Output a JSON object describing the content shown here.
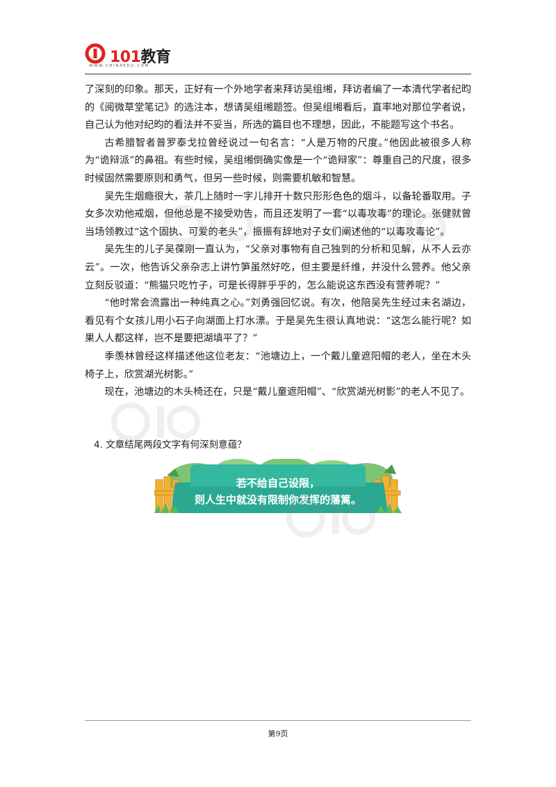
{
  "header": {
    "logo_number": "101",
    "logo_word": "教育",
    "logo_site": "WWW.CHINAEDU.COM"
  },
  "passage": [
    "了深刻的印象。那天，正好有一个外地学者来拜访吴组缃，拜访者编了一本清代学者纪昀的《阅微草堂笔记》的选注本，想请吴组缃题签。但吴组缃看后，直率地对那位学者说，自己认为他对纪昀的看法并不妥当，所选的篇目也不理想，因此，不能题写这个书名。",
    "古希腊智者普罗泰戈拉曾经说过一句名言：“人是万物的尺度。”他因此被很多人称为“诡辩派”的鼻祖。有些时候，吴组缃倒确实像是一个“诡辩家”：尊重自己的尺度，很多时候固然需要原则和勇气，但另一些时候，则需要机敏和智慧。",
    "吴先生烟瘾很大，茶几上随时一字儿排开十数只形形色色的烟斗，以备轮番取用。子女多次劝他戒烟，但他总是不接受劝告，而且还发明了一套“以毒攻毒”的理论。张健就曾当场领教过“这个固执、可爱的老头”，振振有辞地对子女们阐述他的“以毒攻毒论”。",
    "吴先生的儿子吴葆刚一直认为，“父亲对事物有自己独到的分析和见解，从不人云亦云”。一次，他告诉父亲杂志上讲竹笋虽然好吃，但主要是纤维，并没什么营养。他父亲立刻反驳道：“熊猫只吃竹子，可是长得胖乎乎的，怎么能说这东西没有营养呢？”",
    "“他时常会流露出一种纯真之心。”刘勇强回忆说。有次，他陪吴先生经过未名湖边，看见有个女孩儿用小石子向湖面上打水漂。于是吴先生很认真地说：“这怎么能行呢？如果人人都这样，岂不是要把湖填平了？”",
    "季羡林曾经这样描述他这位老友：“池塘边上，一个戴儿童遮阳帽的老人，坐在木头椅子上，欣赏湖光树影。”",
    "现在，池塘边的木头椅还在，只是“戴儿童遮阳帽”、“欣赏湖光树影”的老人不见了。"
  ],
  "question": "4. 文章结尾两段文字有何深刻意蕴？",
  "banner": {
    "line1": "若不给自己设限，",
    "line2": "则人生中就没有限制你发挥的藩篱。"
  },
  "footer": {
    "page_number": "第9页"
  },
  "colors": {
    "logo_red": "#e02020",
    "banner_teal": "#2aa892",
    "fence_orange": "#f2b233",
    "grass_green": "#5cb85c"
  }
}
